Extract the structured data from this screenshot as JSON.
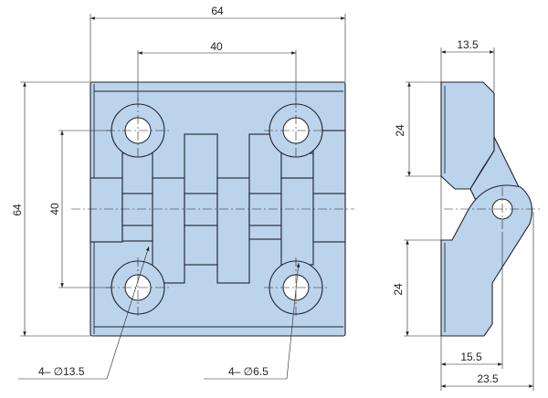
{
  "front_view": {
    "width_dim": "64",
    "hole_spacing_h_dim": "40",
    "height_dim": "64",
    "hole_spacing_v_dim": "40",
    "counterbore_callout": "4– ∅13.5",
    "hole_callout": "4– ∅6.5"
  },
  "side_view": {
    "leaf_thickness_dim": "13.5",
    "upper_leaf_dim": "24",
    "lower_leaf_dim": "24",
    "pivot_offset_dim": "15.5",
    "overall_depth_dim": "23.5"
  },
  "colors": {
    "part_fill": "#bcd3ec",
    "outline": "#1e2430"
  }
}
